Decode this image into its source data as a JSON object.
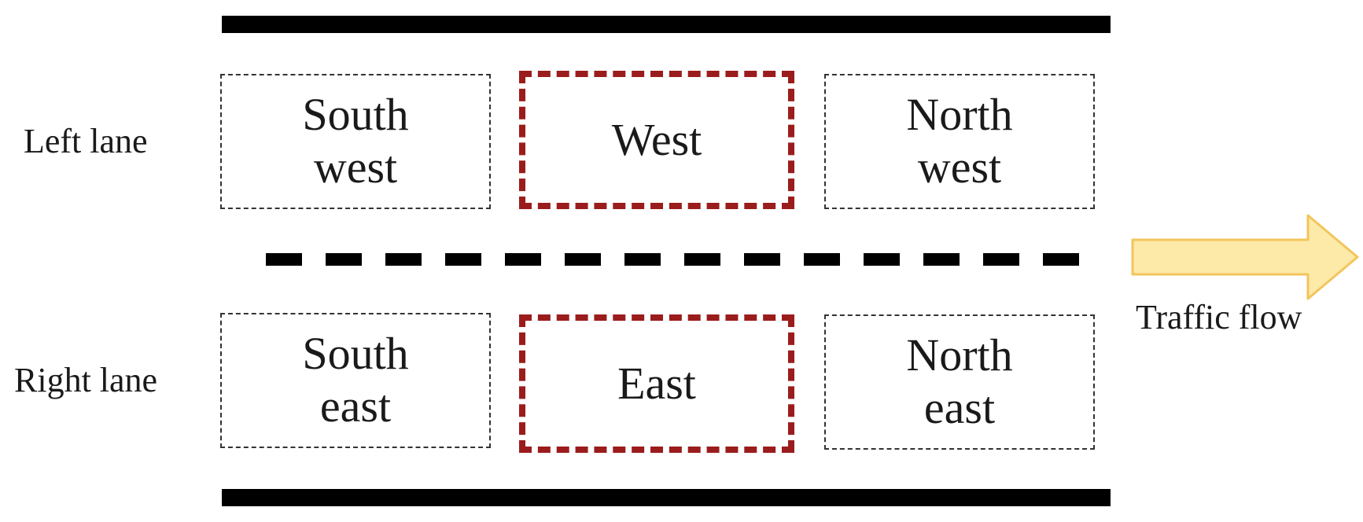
{
  "lanes": {
    "left_label": "Left lane",
    "right_label": "Right lane"
  },
  "zones": {
    "south_west": "South\nwest",
    "west": "West",
    "north_west": "North\nwest",
    "south_east": "South\neast",
    "east": "East",
    "north_east": "North\neast"
  },
  "flow": {
    "label": "Traffic flow"
  },
  "colors": {
    "road_edge": "#000000",
    "center_zone_border": "#9b1c1c",
    "side_zone_border": "#333333",
    "arrow_fill": "#fde9a8",
    "arrow_stroke": "#f2c55c"
  }
}
